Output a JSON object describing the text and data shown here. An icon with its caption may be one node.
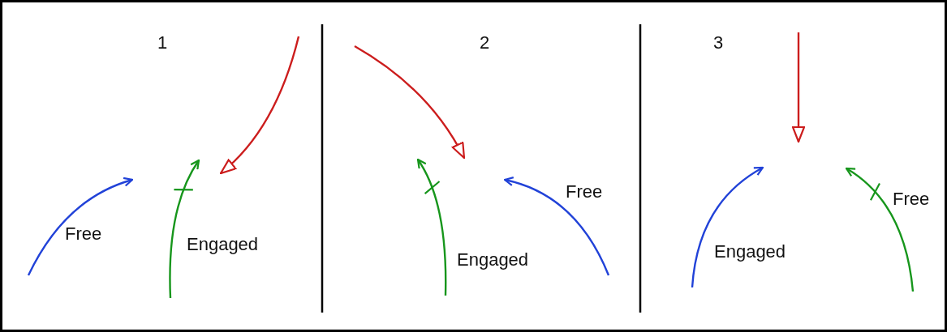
{
  "diagram": {
    "labels": [
      "1",
      "Free",
      "Engaged",
      "2",
      "Free",
      "Engaged",
      "3",
      "Engaged",
      "Free"
    ]
  }
}
